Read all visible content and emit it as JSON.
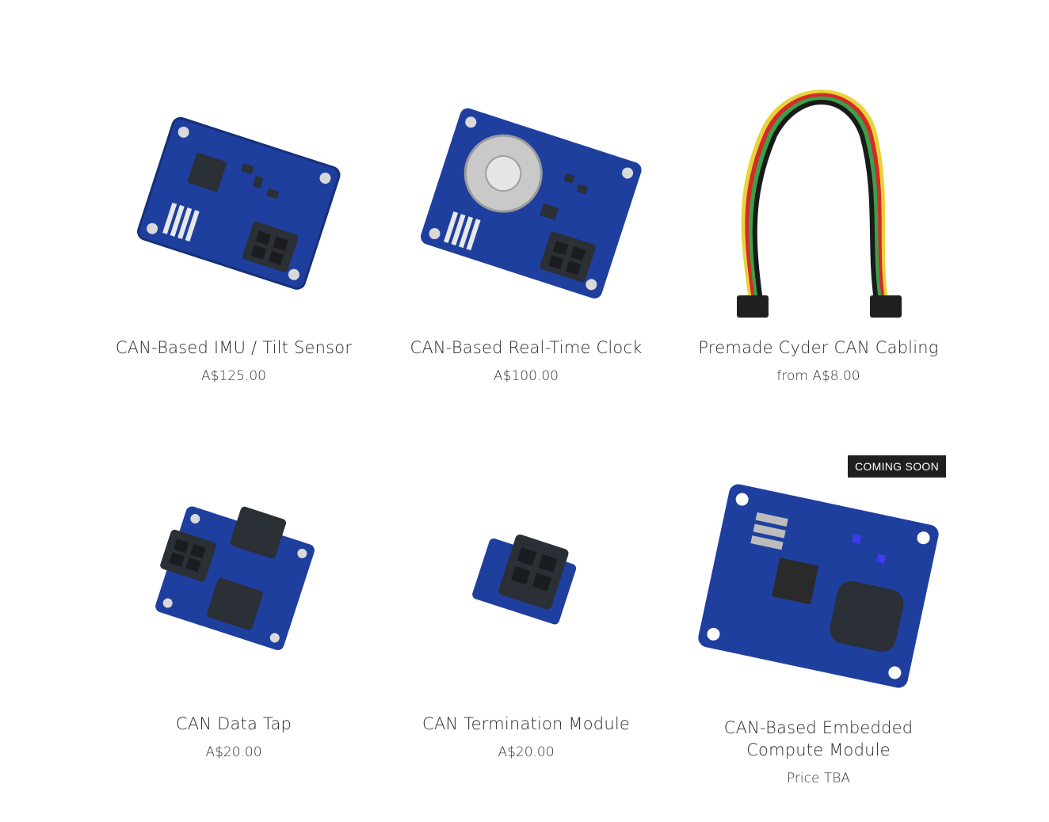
{
  "products": [
    {
      "title": "CAN-Based IMU / Tilt Sensor",
      "price": "A$125.00",
      "image_icon": "imu-board-icon"
    },
    {
      "title": "CAN-Based Real-Time Clock",
      "price": "A$100.00",
      "image_icon": "rtc-board-icon"
    },
    {
      "title": "Premade Cyder CAN Cabling",
      "price": "from A$8.00",
      "image_icon": "cable-icon"
    },
    {
      "title": "CAN Data Tap",
      "price": "A$20.00",
      "image_icon": "data-tap-icon"
    },
    {
      "title": "CAN Termination Module",
      "price": "A$20.00",
      "image_icon": "termination-module-icon"
    },
    {
      "title": "CAN-Based Embedded Compute Module",
      "price": "Price TBA",
      "badge": "COMING SOON",
      "image_icon": "compute-module-icon"
    }
  ],
  "colors": {
    "pcb": "#1f3f9e",
    "connector": "#2b2f36",
    "badge_bg": "#1f1f1f"
  }
}
